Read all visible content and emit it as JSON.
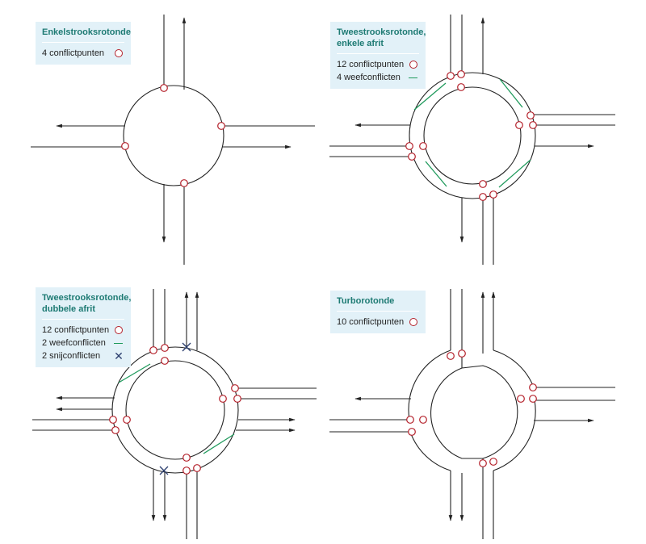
{
  "panels": [
    {
      "title": "Enkelstrooksrotonde",
      "legend": [
        {
          "text": "4 conflictpunten",
          "symbol": "conflict-point"
        }
      ]
    },
    {
      "title": "Tweestrooksrotonde,\nenkele afrit",
      "legend": [
        {
          "text": "12 conflictpunten",
          "symbol": "conflict-point"
        },
        {
          "text": "4 weefconflicten",
          "symbol": "weave-conflict"
        }
      ]
    },
    {
      "title": "Tweestrooksrotonde,\ndubbele afrit",
      "legend": [
        {
          "text": "12 conflictpunten",
          "symbol": "conflict-point"
        },
        {
          "text": "2 weefconflicten",
          "symbol": "weave-conflict"
        },
        {
          "text": "2 snijconflicten",
          "symbol": "crossing-conflict"
        }
      ]
    },
    {
      "title": "Turborotonde",
      "legend": [
        {
          "text": "10 conflictpunten",
          "symbol": "conflict-point"
        }
      ]
    }
  ],
  "colors": {
    "road": "#222222",
    "conflict_point": "#b4202a",
    "weave_conflict": "#1f9a5c",
    "crossing_conflict": "#2b3e6e",
    "legend_bg": "#e2f1f8",
    "legend_title": "#1d7a73"
  }
}
